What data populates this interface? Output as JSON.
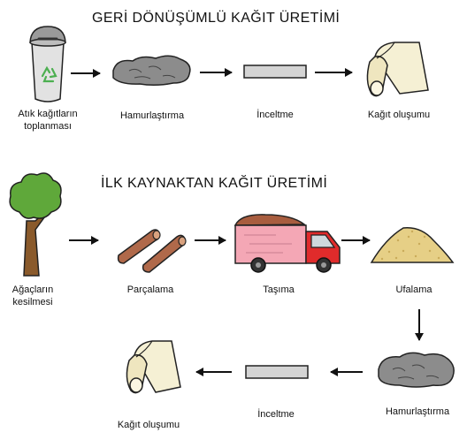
{
  "recycled": {
    "title": "GERİ DÖNÜŞÜMLÜ KAĞIT ÜRETİMİ",
    "steps": {
      "collection": [
        "Atık kağıtların",
        "toplanması"
      ],
      "pulping": "Hamurlaştırma",
      "thinning": "İnceltme",
      "forming": "Kağıt oluşumu"
    }
  },
  "virgin": {
    "title": "İLK KAYNAKTAN KAĞIT ÜRETİMİ",
    "steps": {
      "felling": [
        "Ağaçların",
        "kesilmesi"
      ],
      "chopping": "Parçalama",
      "transport": "Taşıma",
      "shredding": "Ufalama",
      "pulping": "Hamurlaştırma",
      "thinning": "İnceltme",
      "forming": "Kağıt oluşumu"
    }
  },
  "icons": {
    "bin": "recycling-bin-icon",
    "pulp": "pulp-icon",
    "sheet": "flat-sheet-icon",
    "roll": "paper-roll-icon",
    "tree": "tree-icon",
    "logs": "logs-icon",
    "truck": "truck-icon",
    "chips": "wood-chips-icon",
    "arrow": "arrow-icon"
  },
  "colors": {
    "bin_gray": "#a9a9a9",
    "recycle_green": "#4caf50",
    "pulp_gray": "#8c8c8c",
    "sheet_gray": "#d4d4d4",
    "paper_cream": "#f5f0d4",
    "leaf_green": "#5fa83a",
    "trunk_brown": "#8a5a2b",
    "log_brown": "#b0694a",
    "truck_red": "#e02b2b",
    "truck_pink": "#f4a7b5",
    "chips_tan": "#e6cf86"
  }
}
